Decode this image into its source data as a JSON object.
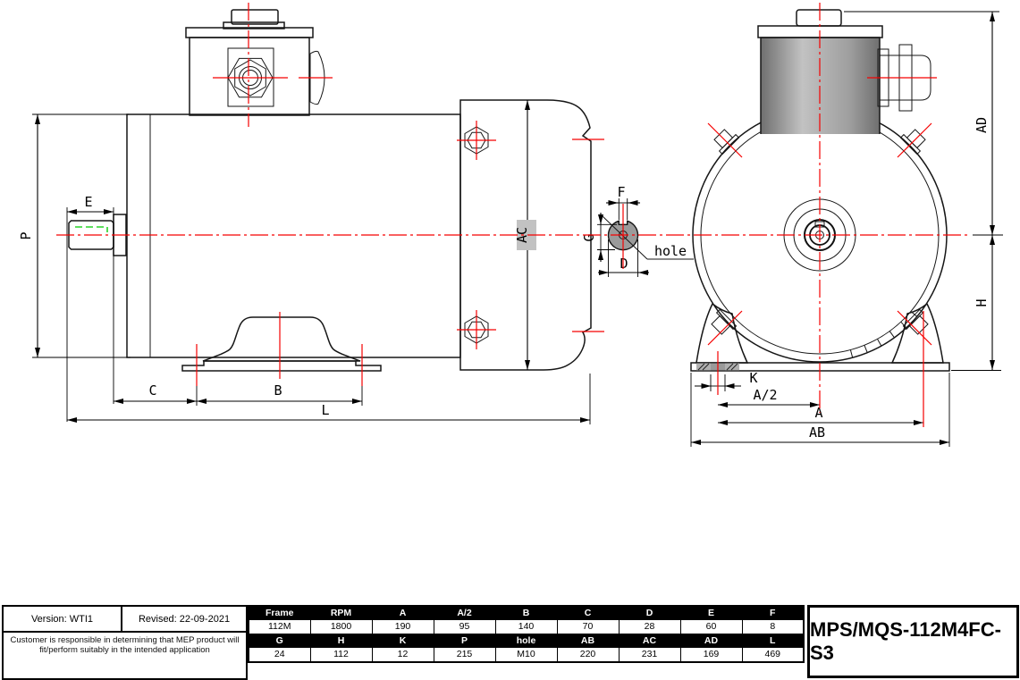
{
  "drawing": {
    "labels": {
      "P": "P",
      "E": "E",
      "C": "C",
      "B": "B",
      "L": "L",
      "AC": "AC",
      "F": "F",
      "G": "G",
      "D": "D",
      "hole": "hole",
      "AD": "AD",
      "H": "H",
      "K": "K",
      "A_half": "A/2",
      "A": "A",
      "AB": "AB"
    },
    "colors": {
      "centerline_red": "#f50000",
      "keyway_green": "#28d428",
      "outline": "#161616"
    }
  },
  "info_block": {
    "version": "Version: WTI1",
    "revised": "Revised: 22-09-2021",
    "disclaimer_line1": "Customer is responsible in determining that MEP product will",
    "disclaimer_line2": "fit/perform suitably in the intended application"
  },
  "spec_table": {
    "rows": [
      {
        "headers": [
          "Frame",
          "RPM",
          "A",
          "A/2",
          "B",
          "C",
          "D",
          "E",
          "F"
        ],
        "values": [
          "112M",
          "1800",
          "190",
          "95",
          "140",
          "70",
          "28",
          "60",
          "8"
        ]
      },
      {
        "headers": [
          "G",
          "H",
          "K",
          "P",
          "hole",
          "AB",
          "AC",
          "AD",
          "L"
        ],
        "values": [
          "24",
          "112",
          "12",
          "215",
          "M10",
          "220",
          "231",
          "169",
          "469"
        ]
      }
    ]
  },
  "title_block": {
    "model": "MPS/MQS-112M4FC-S3"
  }
}
